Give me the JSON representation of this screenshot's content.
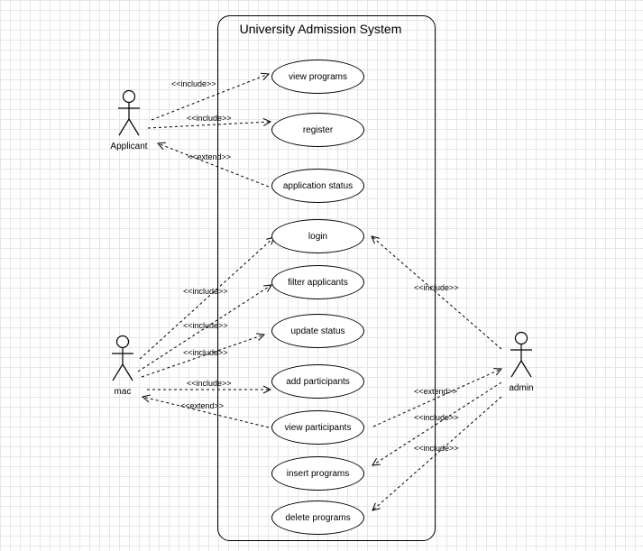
{
  "system": {
    "title": "University Admission System"
  },
  "actors": [
    {
      "id": "applicant",
      "label": "Applicant"
    },
    {
      "id": "mac",
      "label": "mac"
    },
    {
      "id": "admin",
      "label": "admin"
    }
  ],
  "use_cases": [
    {
      "id": "view-programs",
      "label": "view programs"
    },
    {
      "id": "register",
      "label": "register"
    },
    {
      "id": "application-status",
      "label": "application status"
    },
    {
      "id": "login",
      "label": "login"
    },
    {
      "id": "filter-applicants",
      "label": "filter applicants"
    },
    {
      "id": "update-status",
      "label": "update status"
    },
    {
      "id": "add-participants",
      "label": "add participants"
    },
    {
      "id": "view-participants",
      "label": "view participants"
    },
    {
      "id": "insert-programs",
      "label": "insert programs"
    },
    {
      "id": "delete-programs",
      "label": "delete programs"
    }
  ],
  "relationships": [
    {
      "from": "applicant",
      "to": "view-programs",
      "label": "<<include>>"
    },
    {
      "from": "applicant",
      "to": "register",
      "label": "<<include>>"
    },
    {
      "from": "application-status",
      "to": "applicant",
      "label": "<<extend>>"
    },
    {
      "from": "mac",
      "to": "login",
      "label": "<<include>>"
    },
    {
      "from": "mac",
      "to": "filter-applicants",
      "label": "<<include>>"
    },
    {
      "from": "mac",
      "to": "update-status",
      "label": "<<include>>"
    },
    {
      "from": "mac",
      "to": "add-participants",
      "label": "<<include>>"
    },
    {
      "from": "view-participants",
      "label": "<<extend>>",
      "to": "mac"
    },
    {
      "from": "admin",
      "to": "login",
      "label": "<<include>>"
    },
    {
      "from": "view-participants",
      "to": "admin",
      "label": "<<extend>>"
    },
    {
      "from": "admin",
      "to": "insert-programs",
      "label": "<<include>>"
    },
    {
      "from": "admin",
      "to": "delete-programs",
      "label": "<<include>>"
    }
  ]
}
